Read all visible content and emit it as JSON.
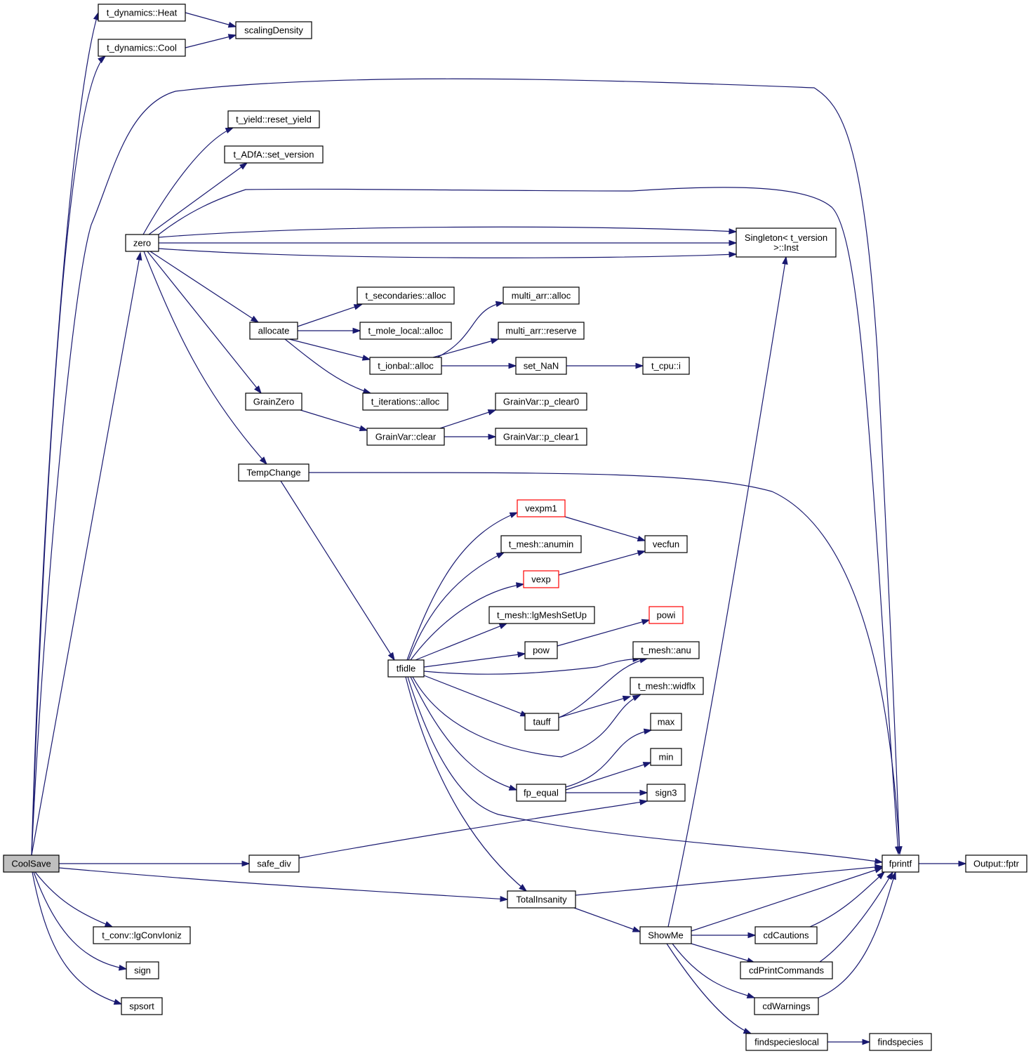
{
  "graph": {
    "edge_color": "#191970",
    "root_fill": "#bfbfbf",
    "highlight_border": "#ff0000",
    "nodes": [
      {
        "id": "CoolSave",
        "label": "CoolSave",
        "root": true
      },
      {
        "id": "heat",
        "label": "t_dynamics::Heat"
      },
      {
        "id": "cool",
        "label": "t_dynamics::Cool"
      },
      {
        "id": "scaling",
        "label": "scalingDensity"
      },
      {
        "id": "resetyield",
        "label": "t_yield::reset_yield"
      },
      {
        "id": "setversion",
        "label": "t_ADfA::set_version"
      },
      {
        "id": "zero",
        "label": "zero"
      },
      {
        "id": "singleton",
        "label": "Singleton< t_version\n>::Inst"
      },
      {
        "id": "allocate",
        "label": "allocate"
      },
      {
        "id": "secalloc",
        "label": "t_secondaries::alloc"
      },
      {
        "id": "molealloc",
        "label": "t_mole_local::alloc"
      },
      {
        "id": "ionalloc",
        "label": "t_ionbal::alloc"
      },
      {
        "id": "iteralloc",
        "label": "t_iterations::alloc"
      },
      {
        "id": "multialloc",
        "label": "multi_arr::alloc"
      },
      {
        "id": "multireserve",
        "label": "multi_arr::reserve"
      },
      {
        "id": "setnan",
        "label": "set_NaN"
      },
      {
        "id": "cpui",
        "label": "t_cpu::i"
      },
      {
        "id": "grainzero",
        "label": "GrainZero"
      },
      {
        "id": "grainclear",
        "label": "GrainVar::clear"
      },
      {
        "id": "pclear0",
        "label": "GrainVar::p_clear0"
      },
      {
        "id": "pclear1",
        "label": "GrainVar::p_clear1"
      },
      {
        "id": "tempchange",
        "label": "TempChange"
      },
      {
        "id": "vexpm1",
        "label": "vexpm1",
        "highlight": true
      },
      {
        "id": "anumin",
        "label": "t_mesh::anumin"
      },
      {
        "id": "vecfun",
        "label": "vecfun"
      },
      {
        "id": "vexp",
        "label": "vexp",
        "highlight": true
      },
      {
        "id": "lgmesh",
        "label": "t_mesh::lgMeshSetUp"
      },
      {
        "id": "powi",
        "label": "powi",
        "highlight": true
      },
      {
        "id": "pow",
        "label": "pow"
      },
      {
        "id": "tfidle",
        "label": "tfidle"
      },
      {
        "id": "anu",
        "label": "t_mesh::anu"
      },
      {
        "id": "widflx",
        "label": "t_mesh::widflx"
      },
      {
        "id": "tauff",
        "label": "tauff"
      },
      {
        "id": "max",
        "label": "max"
      },
      {
        "id": "min",
        "label": "min"
      },
      {
        "id": "fpequal",
        "label": "fp_equal"
      },
      {
        "id": "sign3",
        "label": "sign3"
      },
      {
        "id": "safediv",
        "label": "safe_div"
      },
      {
        "id": "fprintf",
        "label": "fprintf"
      },
      {
        "id": "fptr",
        "label": "Output::fptr"
      },
      {
        "id": "totalinsanity",
        "label": "TotalInsanity"
      },
      {
        "id": "showme",
        "label": "ShowMe"
      },
      {
        "id": "cdcautions",
        "label": "cdCautions"
      },
      {
        "id": "cdprint",
        "label": "cdPrintCommands"
      },
      {
        "id": "cdwarnings",
        "label": "cdWarnings"
      },
      {
        "id": "findlocal",
        "label": "findspecieslocal"
      },
      {
        "id": "findspecies",
        "label": "findspecies"
      },
      {
        "id": "lgconv",
        "label": "t_conv::lgConvIoniz"
      },
      {
        "id": "sign",
        "label": "sign"
      },
      {
        "id": "spsort",
        "label": "spsort"
      }
    ]
  }
}
